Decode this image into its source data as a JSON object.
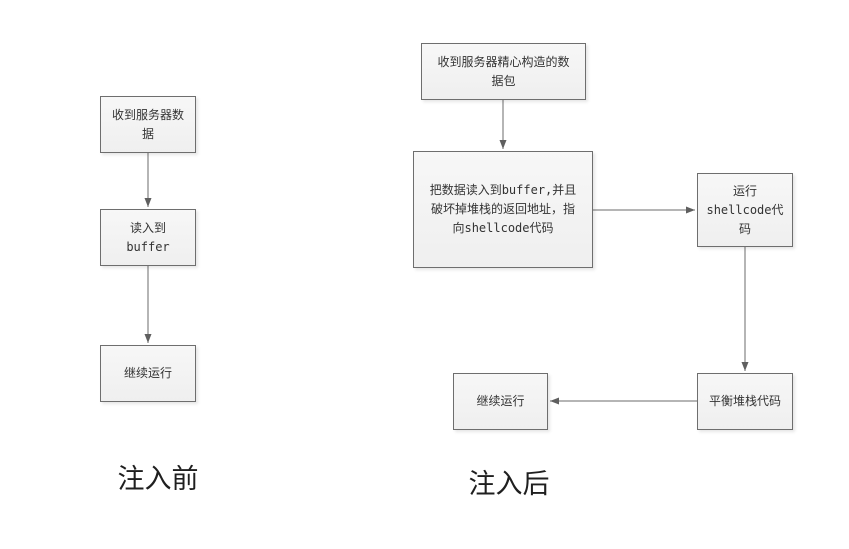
{
  "before": {
    "caption": "注入前",
    "nodes": {
      "receive": {
        "text": "收到服务器数\n据"
      },
      "read": {
        "text": "读入到\nbuffer"
      },
      "continue": {
        "text": "继续运行"
      }
    }
  },
  "after": {
    "caption": "注入后",
    "nodes": {
      "receive": {
        "text": "收到服务器精心构造的数\n据包"
      },
      "overwrite": {
        "text": "把数据读入到buffer,并且\n破坏掉堆栈的返回地址，指\n向shellcode代码"
      },
      "shellcode": {
        "text": "运行\nshellcode代\n码"
      },
      "balance": {
        "text": "平衡堆栈代码"
      },
      "continue": {
        "text": "继续运行"
      }
    }
  },
  "colors": {
    "node_fill": "#f2f2f2",
    "node_border": "#6e6e6e",
    "connector": "#6b6b6b",
    "text": "#333333"
  }
}
